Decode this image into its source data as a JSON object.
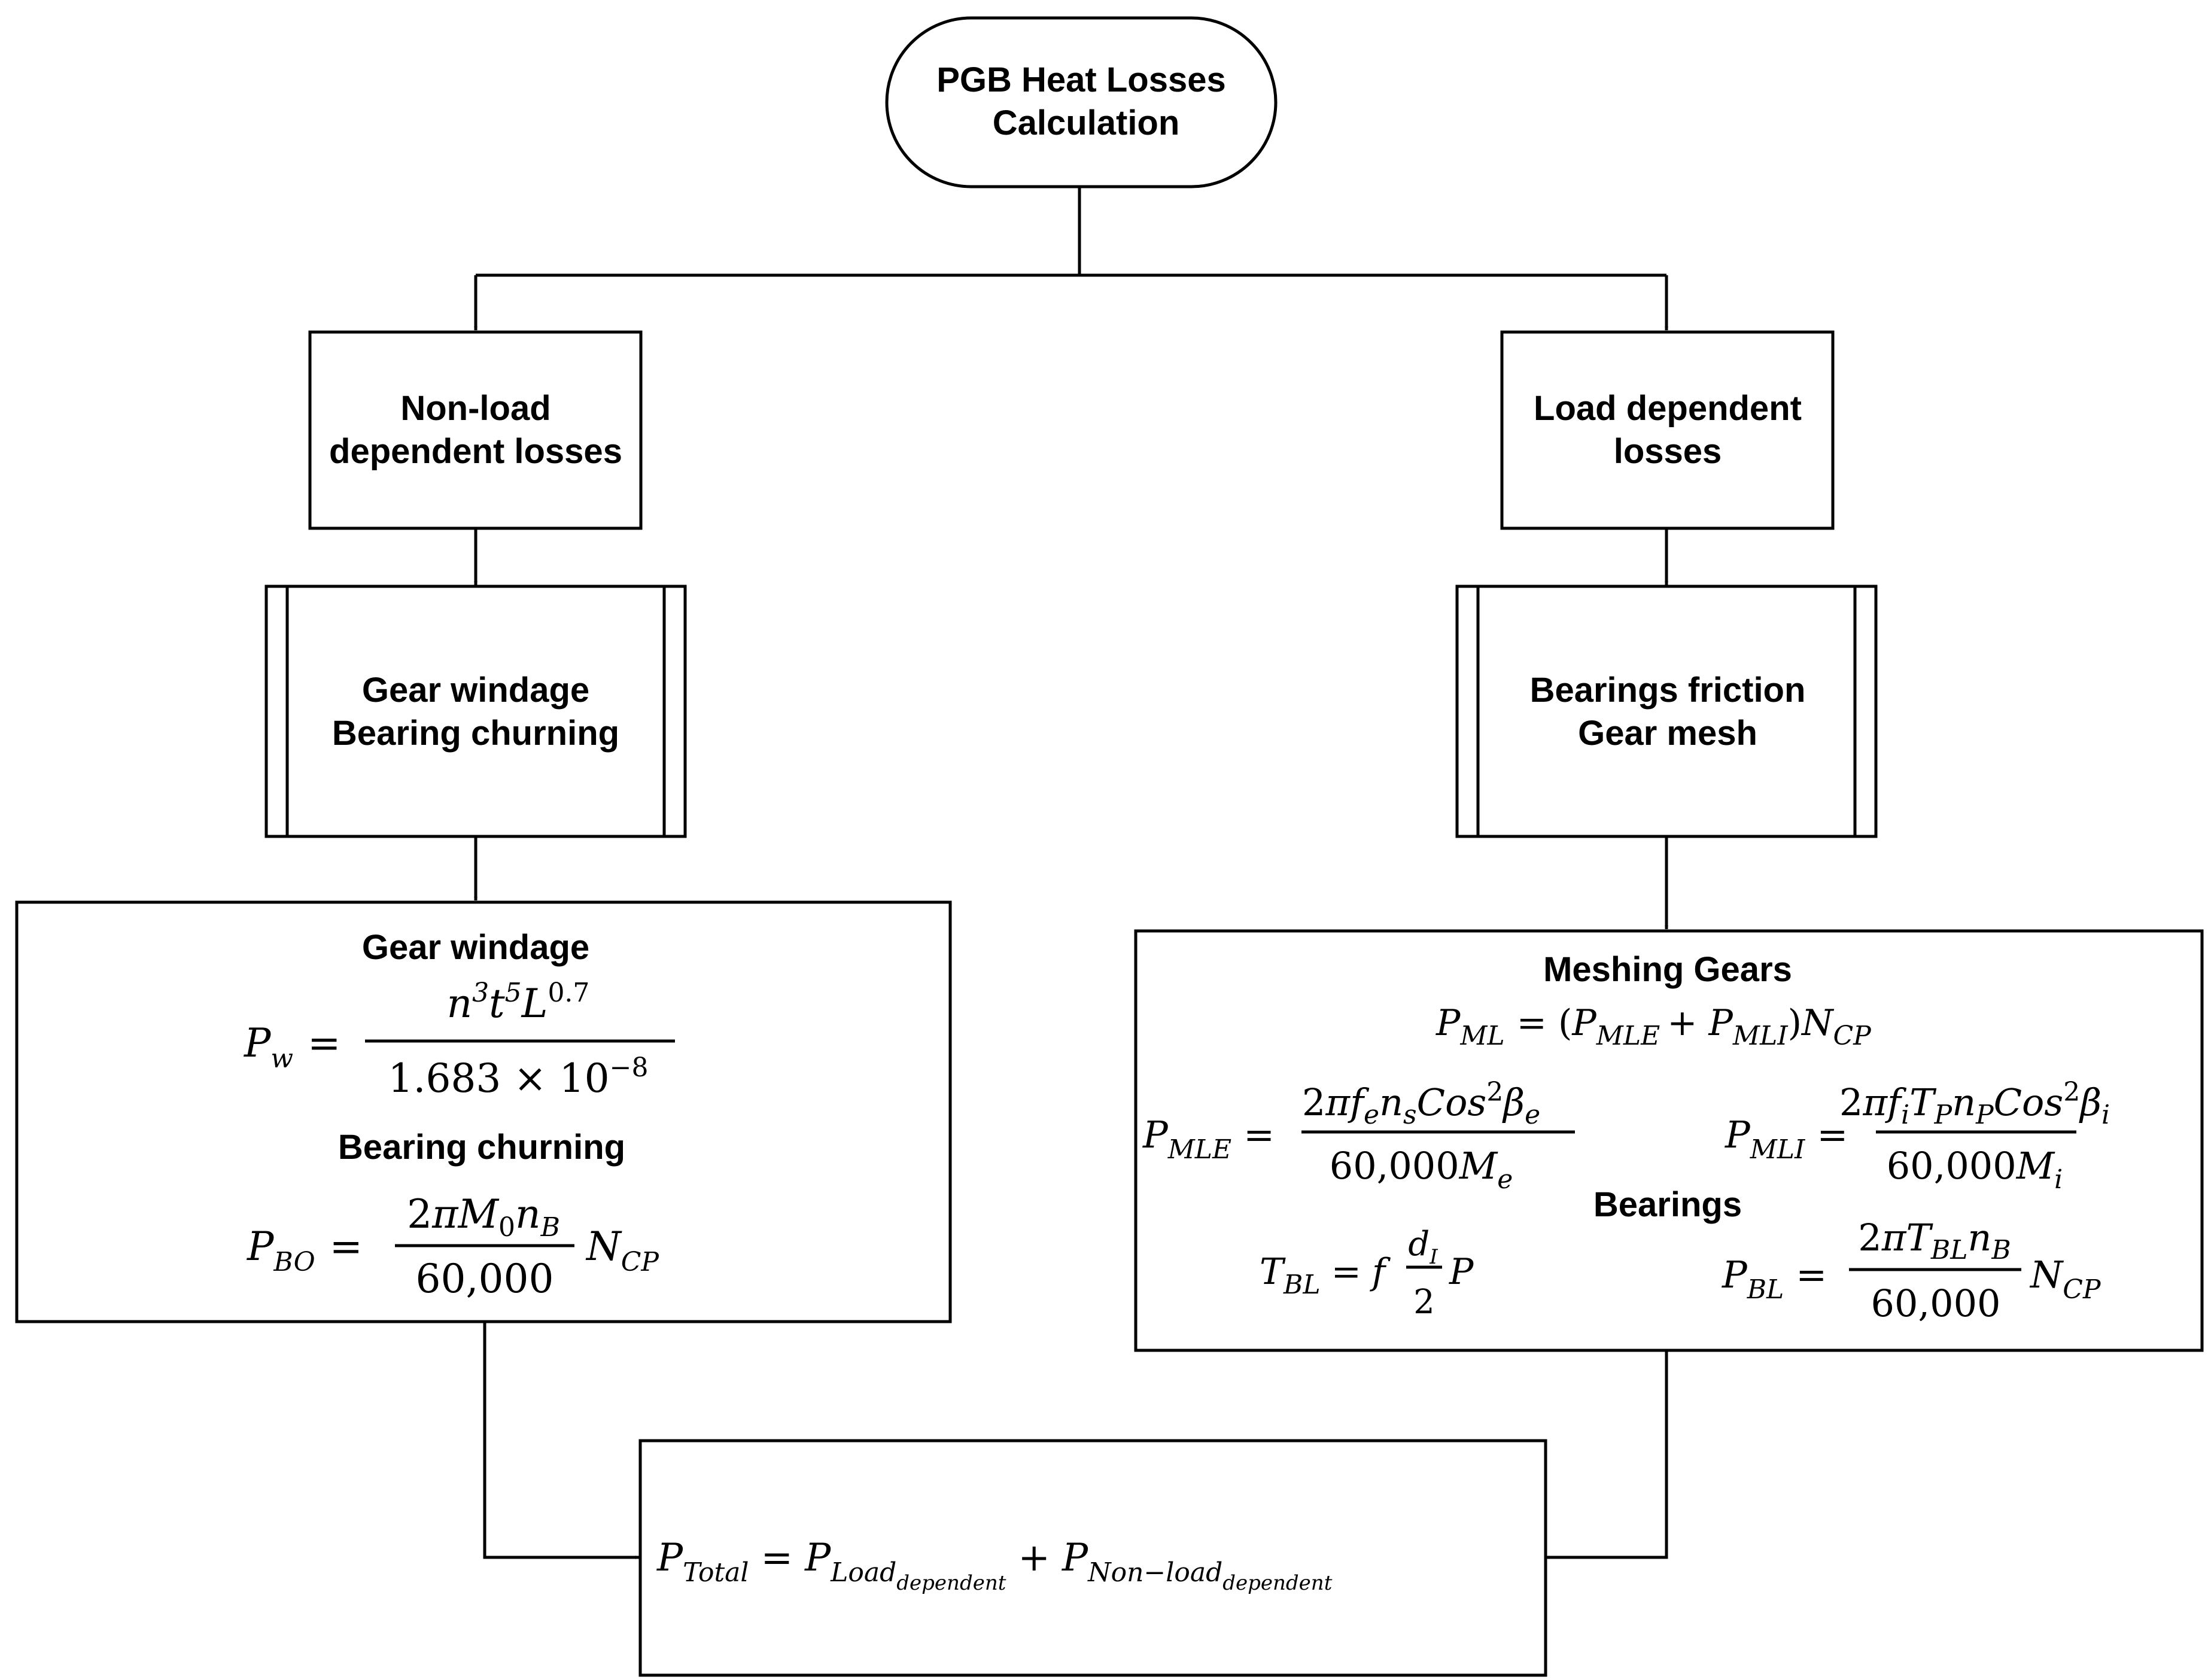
{
  "start": {
    "line1": "PGB Heat Losses",
    "line2": "Calculation"
  },
  "left": {
    "category_line1": "Non-load",
    "category_line2": "dependent losses",
    "process_line1": "Gear windage",
    "process_line2": "Bearing churning",
    "formula_box": {
      "heading1": "Gear windage",
      "heading2": "Bearing churning"
    }
  },
  "right": {
    "category_line1": "Load dependent",
    "category_line2": "losses",
    "process_line1": "Bearings friction",
    "process_line2": "Gear mesh",
    "formula_box": {
      "heading1": "Meshing Gears",
      "heading2": "Bearings"
    }
  },
  "total": {}
}
